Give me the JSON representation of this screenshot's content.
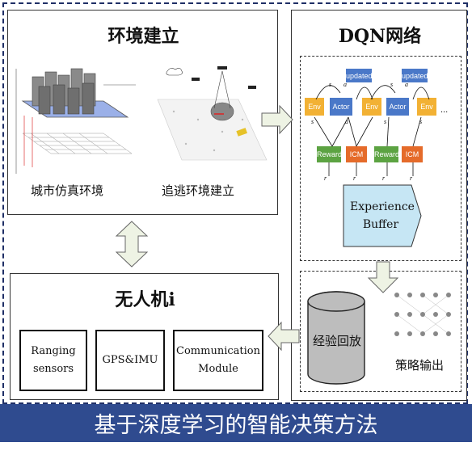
{
  "env_panel": {
    "title": "环境建立",
    "label_city": "城市仿真环境",
    "label_pursuit": "追逃环境建立"
  },
  "dqn_panel": {
    "title": "DQN网络",
    "updated": "updated",
    "env": "Env",
    "actor": "Actor",
    "reward": "Reward",
    "icm": "ICM",
    "experience_buffer": "Experience Buffer",
    "replay": "经验回放",
    "policy_output": "策略输出"
  },
  "uav_panel": {
    "title": "无人机i",
    "sensors": [
      "Ranging sensors",
      "GPS&IMU",
      "Communication Module"
    ]
  },
  "footer": {
    "text": "基于深度学习的智能决策方法"
  },
  "colors": {
    "footer_bg": "#2f4b8f",
    "env": "#f2b134",
    "actor": "#4a78c8",
    "reward": "#5ca342",
    "icm": "#e56b2a",
    "buffer": "#c6e6f4"
  }
}
